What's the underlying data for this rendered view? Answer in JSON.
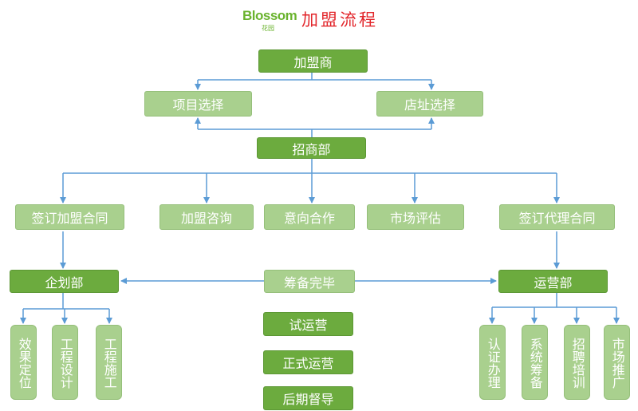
{
  "logo": {
    "brand": "Blossom",
    "sub": "花园"
  },
  "title": "加盟流程",
  "colors": {
    "dark_node": "#6cab3e",
    "light_node": "#a9d08e",
    "connector": "#5b9bd5",
    "title": "#e2262b",
    "logo": "#6ab32e"
  },
  "nodes": {
    "franchisee": "加盟商",
    "project_select": "项目选择",
    "site_select": "店址选择",
    "investment_dept": "招商部",
    "sign_franchise": "签订加盟合同",
    "consult": "加盟咨询",
    "intent": "意向合作",
    "market_eval": "市场评估",
    "sign_agency": "签订代理合同",
    "planning_dept": "企划部",
    "prep_done": "筹备完毕",
    "operation_dept": "运营部",
    "trial_op": "试运营",
    "formal_op": "正式运营",
    "supervision": "后期督导"
  },
  "planning_children": [
    "效果定位",
    "工程设计",
    "工程施工"
  ],
  "operation_children": [
    "认证办理",
    "系统筹备",
    "招聘培训",
    "市场推广"
  ]
}
